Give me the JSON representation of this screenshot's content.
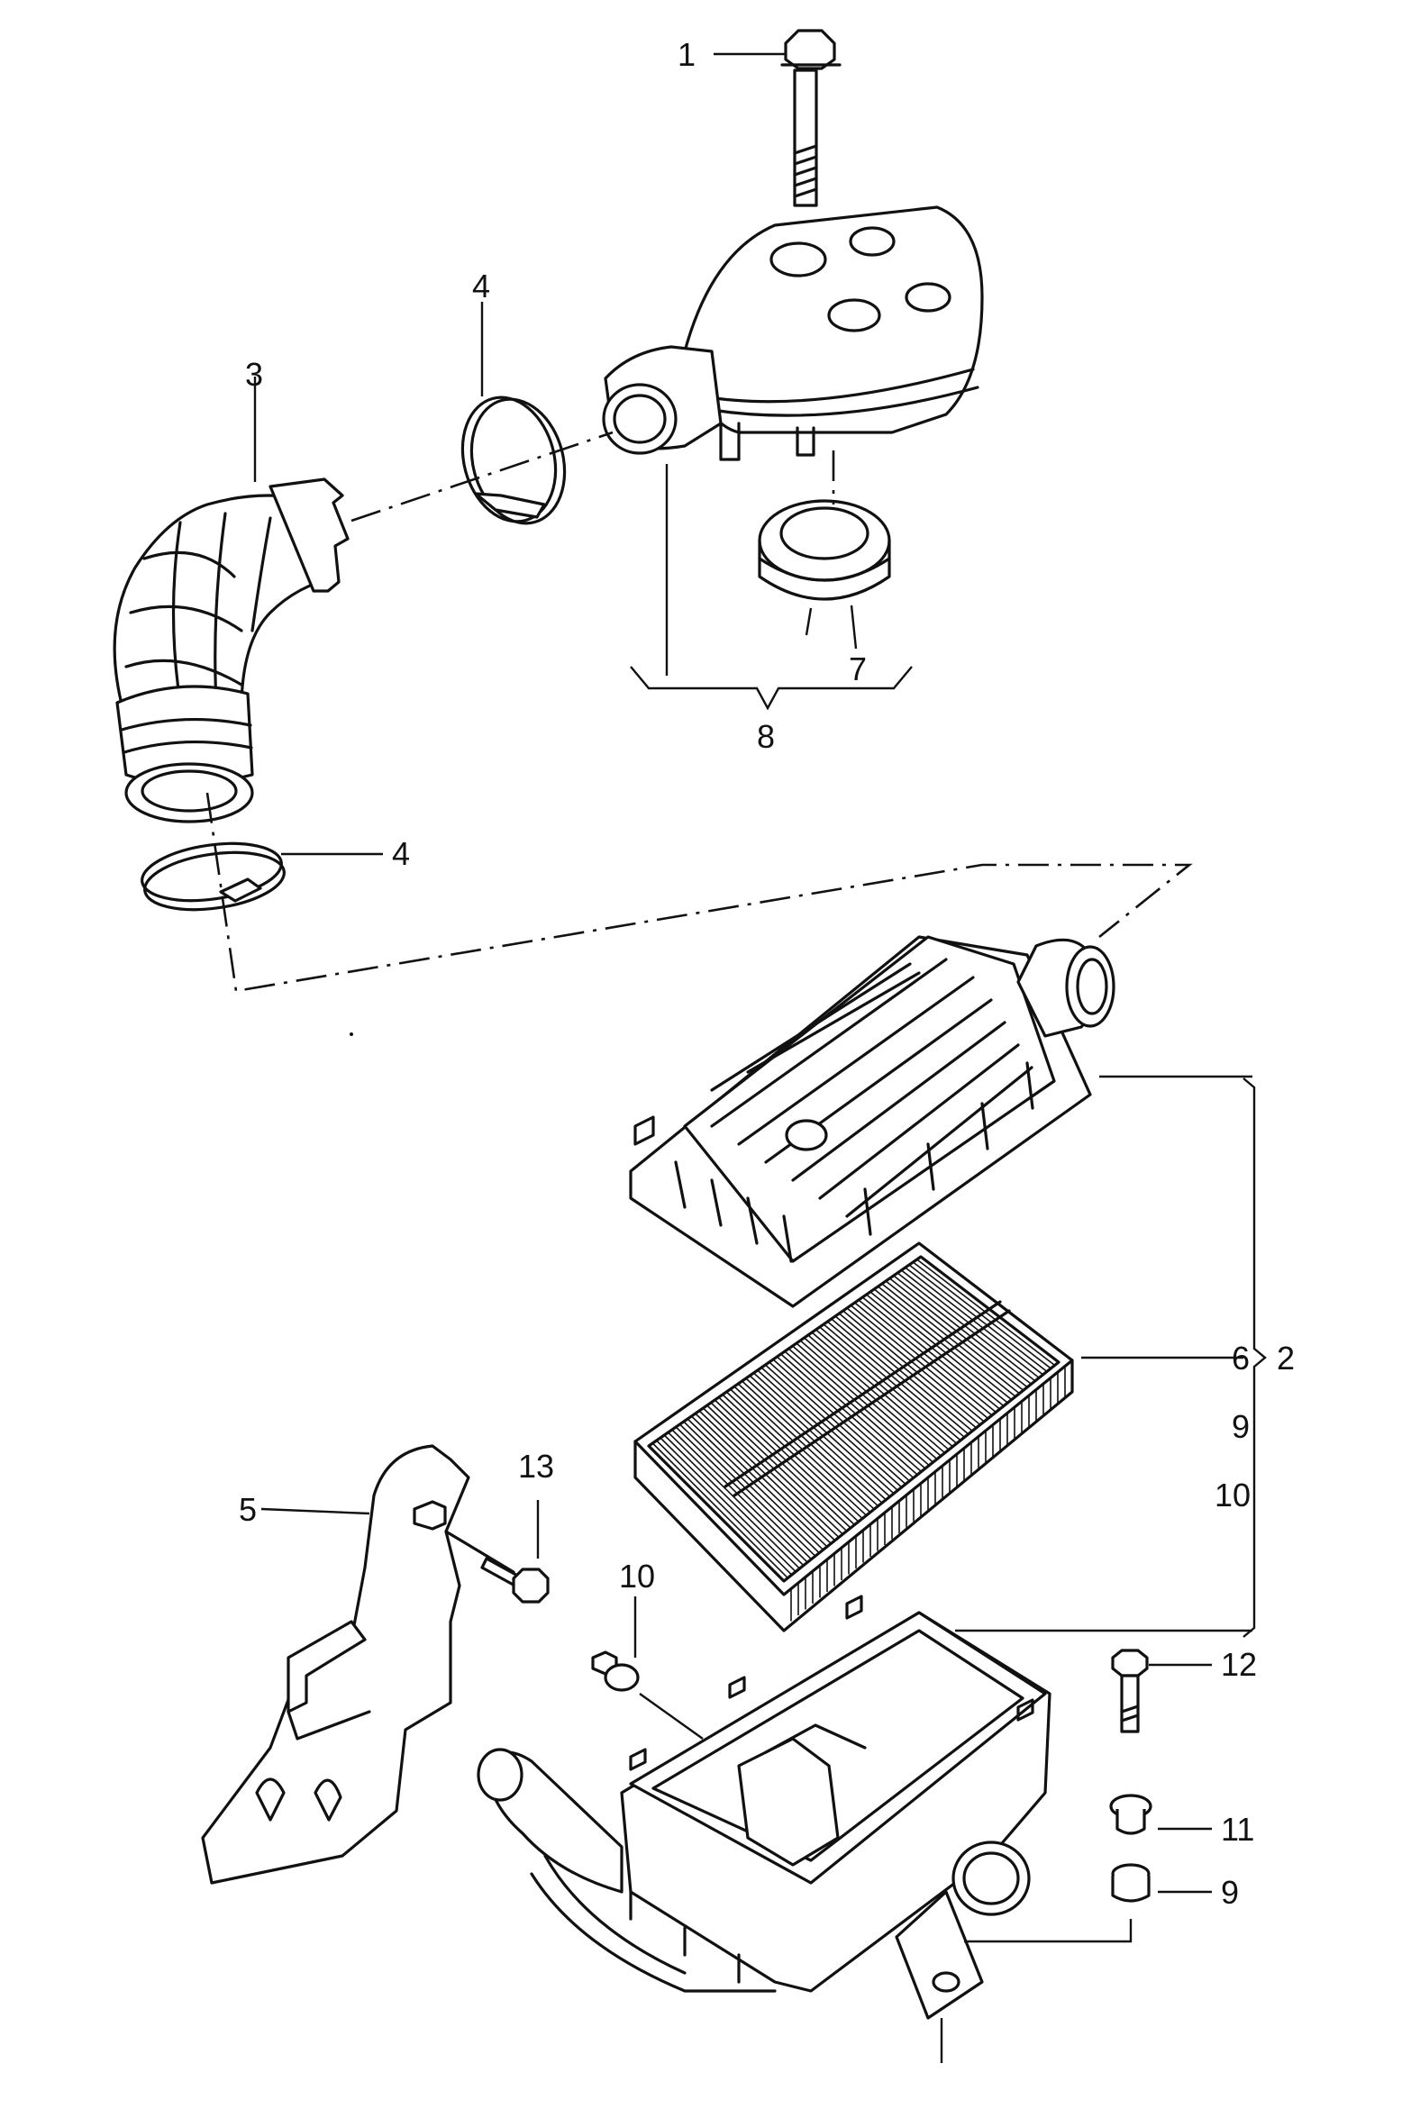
{
  "callouts": {
    "c1": "1",
    "c2": "2",
    "c3": "3",
    "c4_top": "4",
    "c4_bottom": "4",
    "c5": "5",
    "c6": "6",
    "c7": "7",
    "c8": "8",
    "c9_right": "9",
    "c9_list": "9",
    "c10_list": "10",
    "c10_part": "10",
    "c11": "11",
    "c12": "12",
    "c13": "13"
  },
  "parts": [
    {
      "id": "bolt-top",
      "label": "1"
    },
    {
      "id": "air-filter-housing-assembly",
      "label": "2"
    },
    {
      "id": "intake-hose",
      "label": "3"
    },
    {
      "id": "hose-clamp",
      "label": "4"
    },
    {
      "id": "bracket-panel",
      "label": "5"
    },
    {
      "id": "filter-element",
      "label": "6"
    },
    {
      "id": "grommet",
      "label": "7"
    },
    {
      "id": "resonator-assembly",
      "label": "8"
    },
    {
      "id": "rubber-mount",
      "label": "9"
    },
    {
      "id": "pin-mount",
      "label": "10"
    },
    {
      "id": "spacer-bush",
      "label": "11"
    },
    {
      "id": "bolt-bottom",
      "label": "12"
    },
    {
      "id": "screw",
      "label": "13"
    }
  ]
}
